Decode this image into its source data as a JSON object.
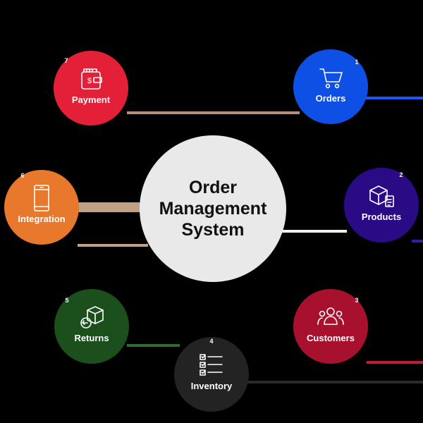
{
  "center": {
    "title": "Order\nManagement\nSystem"
  },
  "nodes": [
    {
      "number": "1",
      "label": "Orders",
      "color": "#0e4fe6",
      "icon": "cart-icon"
    },
    {
      "number": "2",
      "label": "Products",
      "color": "#2b0a86",
      "icon": "boxes-icon"
    },
    {
      "number": "3",
      "label": "Customers",
      "color": "#a8112e",
      "icon": "people-icon"
    },
    {
      "number": "4",
      "label": "Inventory",
      "color": "#232323",
      "icon": "checklist-icon"
    },
    {
      "number": "5",
      "label": "Returns",
      "color": "#1b4f1c",
      "icon": "return-box-icon"
    },
    {
      "number": "6",
      "label": "Integration",
      "color": "#e7782c",
      "icon": "smartphone-icon"
    },
    {
      "number": "7",
      "label": "Payment",
      "color": "#e41f38",
      "icon": "wallet-icon"
    }
  ],
  "connector_color": "#c0a085"
}
